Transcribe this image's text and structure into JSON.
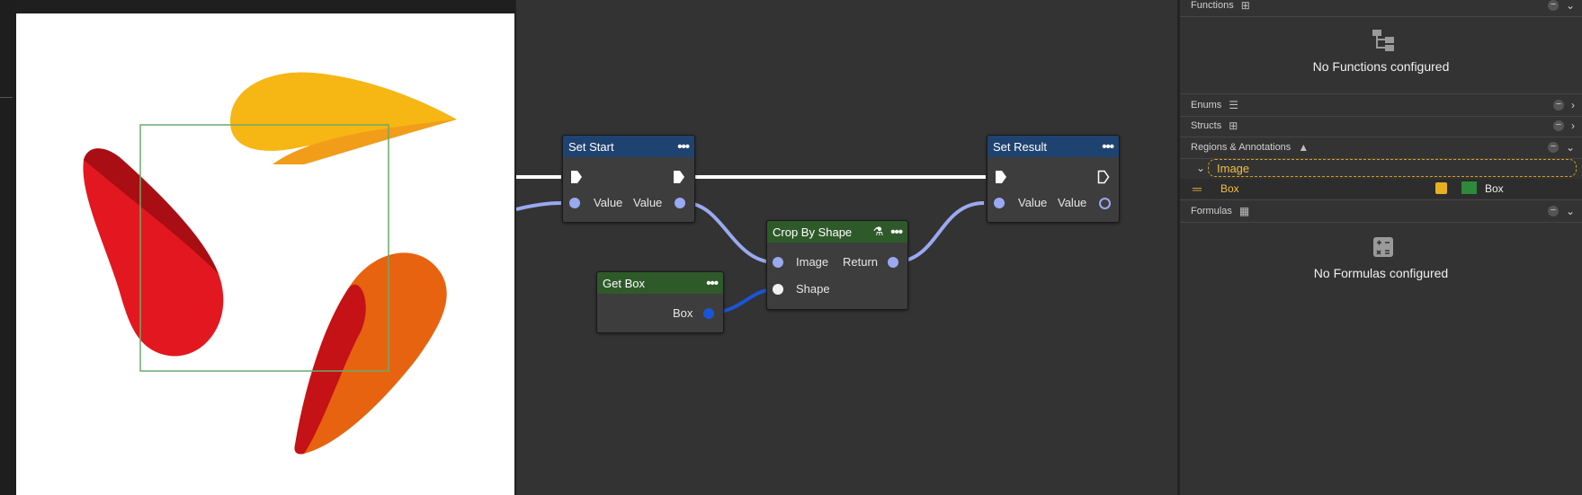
{
  "graph": {
    "nodes": {
      "set_start": {
        "title": "Set Start",
        "in_label": "Value",
        "out_label": "Value"
      },
      "get_box": {
        "title": "Get Box",
        "out_label": "Box"
      },
      "crop": {
        "title": "Crop By Shape",
        "in1_label": "Image",
        "in2_label": "Shape",
        "out_label": "Return"
      },
      "set_result": {
        "title": "Set Result",
        "in_label": "Value",
        "out_label": "Value"
      }
    }
  },
  "panel": {
    "functions": {
      "label": "Functions",
      "empty": "No Functions configured"
    },
    "enums": {
      "label": "Enums"
    },
    "structs": {
      "label": "Structs"
    },
    "regions": {
      "label": "Regions & Annotations",
      "group": "Image",
      "item": {
        "name": "Box",
        "type": "Box",
        "color": "#2d8a3a"
      }
    },
    "formulas": {
      "label": "Formulas",
      "empty": "No Formulas configured"
    }
  },
  "colors": {
    "header_blue": "#1f4370",
    "header_green": "#2e5a2a",
    "value_pin": "#9aa9f0",
    "box_pin": "#1a55d6",
    "region_text": "#f0c040"
  }
}
